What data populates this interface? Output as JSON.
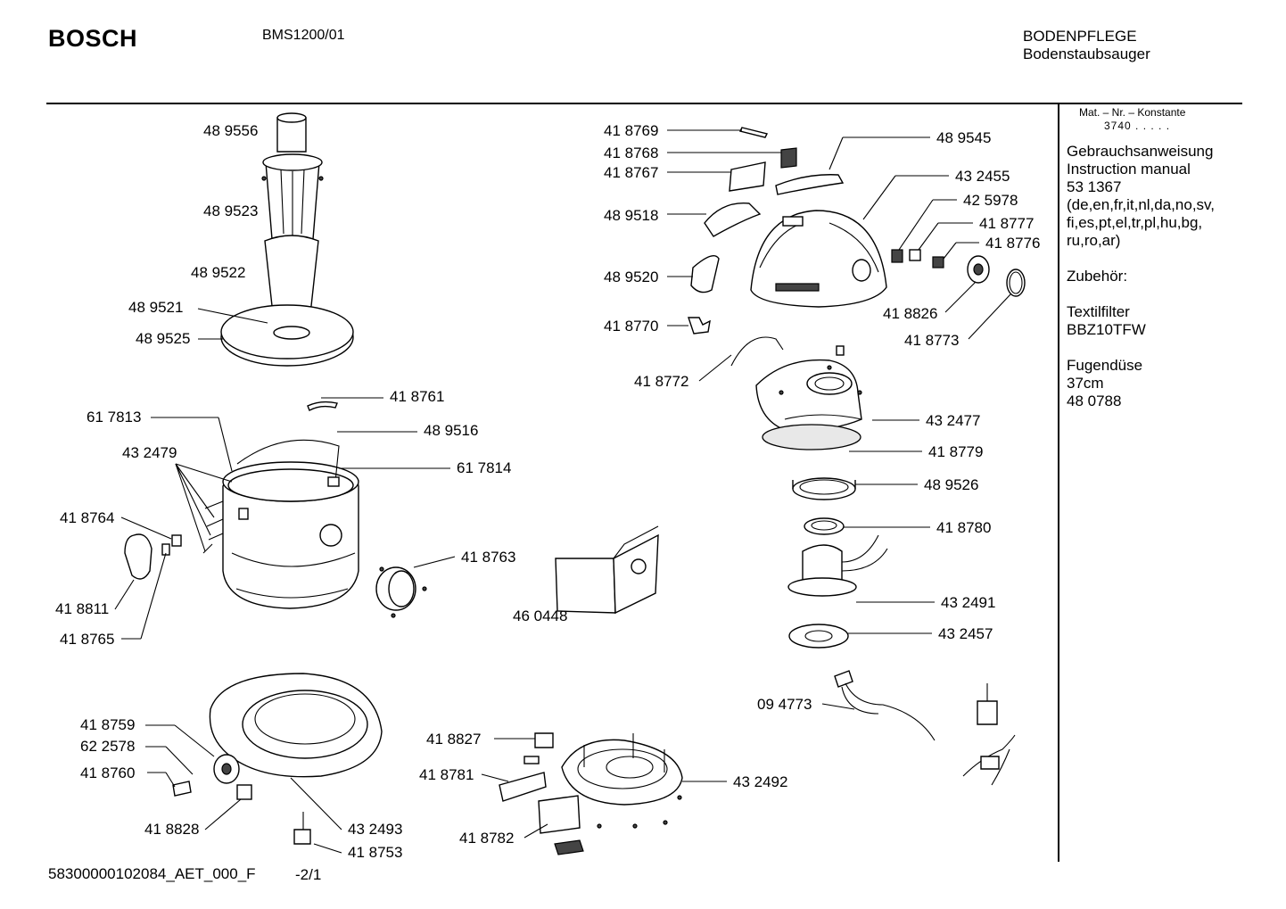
{
  "header": {
    "brand": "BOSCH",
    "model": "BMS1200/01",
    "category_line1": "BODENPFLEGE",
    "category_line2": "Bodenstaubsauger"
  },
  "sidebar": {
    "mat_heading": "Mat. – Nr. – Konstante",
    "mat_value": "3740 . . . . .",
    "manual": [
      "Gebrauchsanweisung",
      "Instruction manual",
      "53 1367",
      "(de,en,fr,it,nl,da,no,sv,",
      "fi,es,pt,el,tr,pl,hu,bg,",
      "ru,ro,ar)"
    ],
    "accessories_heading": "Zubehör:",
    "accessory_1": [
      "Textilfilter",
      "BBZ10TFW"
    ],
    "accessory_2": [
      "Fugendüse",
      "37cm",
      "48 0788"
    ]
  },
  "footer": {
    "document_code": "58300000102084_AET_000_F",
    "page": "-2/1"
  },
  "parts": {
    "p489556": "48 9556",
    "p489523": "48 9523",
    "p489522": "48 9522",
    "p489521": "48 9521",
    "p489525": "48 9525",
    "p418761": "41 8761",
    "p617813": "61 7813",
    "p489516": "48 9516",
    "p432479": "43 2479",
    "p617814": "61 7814",
    "p418764": "41 8764",
    "p418763": "41 8763",
    "p418811": "41 8811",
    "p418765": "41 8765",
    "p460448": "46 0448",
    "p418769": "41 8769",
    "p418768": "41 8768",
    "p418767": "41 8767",
    "p489518": "48 9518",
    "p489520": "48 9520",
    "p418770": "41 8770",
    "p418772": "41 8772",
    "p489545": "48 9545",
    "p432455": "43 2455",
    "p425978": "42 5978",
    "p418777": "41 8777",
    "p418776": "41 8776",
    "p418826": "41 8826",
    "p418773": "41 8773",
    "p432477": "43 2477",
    "p418779": "41 8779",
    "p489526": "48 9526",
    "p418780": "41 8780",
    "p432491": "43 2491",
    "p432457": "43 2457",
    "p094773": "09 4773",
    "p418759": "41 8759",
    "p622578": "62 2578",
    "p418760": "41 8760",
    "p418828": "41 8828",
    "p432493": "43 2493",
    "p418753": "41 8753",
    "p418827": "41 8827",
    "p418781": "41 8781",
    "p418782": "41 8782",
    "p432492": "43 2492"
  }
}
